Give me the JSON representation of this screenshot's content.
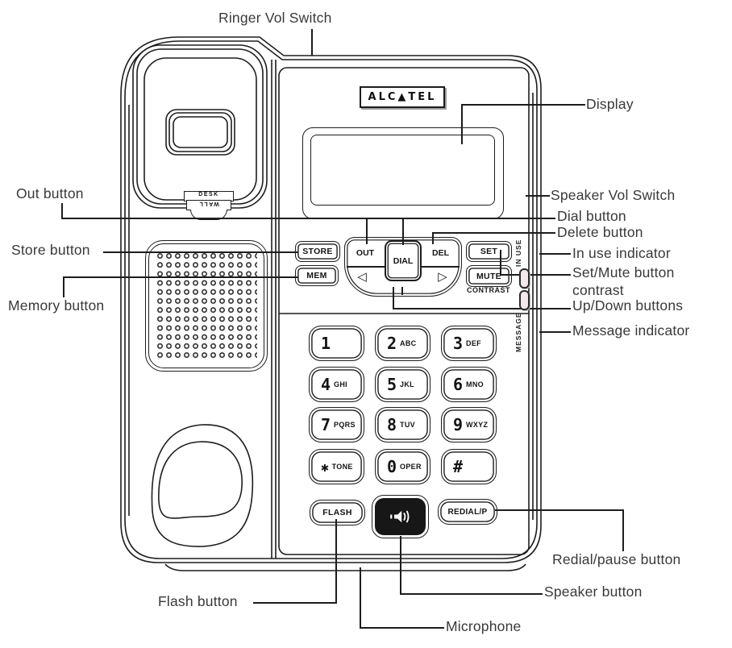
{
  "callouts": {
    "ringer": "Ringer Vol Switch",
    "display": "Display",
    "speaker_vol": "Speaker Vol Switch",
    "dial": "Dial button",
    "delete": "Delete button",
    "in_use": "In use indicator",
    "set_mute_line1": "Set/Mute button",
    "set_mute_line2": "contrast",
    "up_down": "Up/Down buttons",
    "message": "Message indicator",
    "out": "Out button",
    "store": "Store button",
    "memory": "Memory button",
    "flash": "Flash button",
    "microphone": "Microphone",
    "speaker": "Speaker button",
    "redial": "Redial/pause button"
  },
  "phone": {
    "brand_logo": "ALC▲TEL",
    "cradle_switch": {
      "desk": "DESK",
      "wall": "WALL"
    },
    "controls": {
      "store": "STORE",
      "mem": "MEM",
      "out": "OUT",
      "dial": "DIAL",
      "del": "DEL",
      "set": "SET",
      "mute": "MUTE",
      "contrast": "CONTRAST",
      "left_arrow": "◁",
      "right_arrow": "▷"
    },
    "indicators": {
      "in_use": "IN USE",
      "message": "MESSAGE"
    },
    "keypad": [
      {
        "digit": "1",
        "letters": ""
      },
      {
        "digit": "2",
        "letters": "ABC"
      },
      {
        "digit": "3",
        "letters": "DEF"
      },
      {
        "digit": "4",
        "letters": "GHI"
      },
      {
        "digit": "5",
        "letters": "JKL"
      },
      {
        "digit": "6",
        "letters": "MNO"
      },
      {
        "digit": "7",
        "letters": "PQRS"
      },
      {
        "digit": "8",
        "letters": "TUV"
      },
      {
        "digit": "9",
        "letters": "WXYZ"
      },
      {
        "digit": "✱",
        "letters": "TONE"
      },
      {
        "digit": "0",
        "letters": "OPER"
      },
      {
        "digit": "#",
        "letters": ""
      }
    ],
    "bottom_row": {
      "flash": "FLASH",
      "redial": "REDIAL/P"
    }
  },
  "colors": {
    "line": "#1d1d1f",
    "label_text": "#39393b",
    "led_fill": "#f3e8eb",
    "speaker_key_bg": "#171717"
  }
}
